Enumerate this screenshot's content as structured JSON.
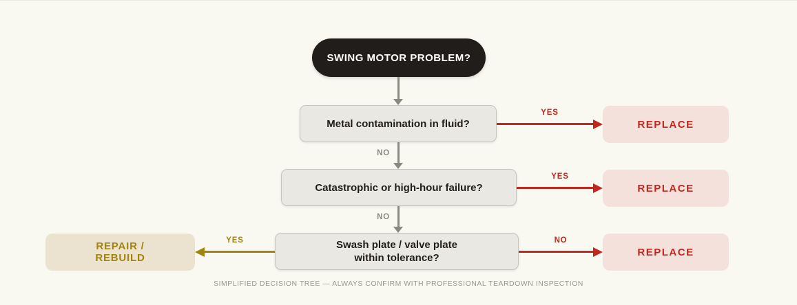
{
  "palette": {
    "background": "#f9f8f1",
    "start_fill": "#211d1a",
    "start_text": "#ffffff",
    "decision_fill": "#e9e8e2",
    "decision_border": "#c8c5be",
    "decision_text": "#211d1a",
    "replace_fill": "#f4e1dc",
    "replace_text": "#c1271d",
    "repair_fill": "#ebe3cf",
    "repair_text": "#a3830f",
    "connector_gray": "#8b8880",
    "connector_red": "#c1271d",
    "connector_gold": "#a3830f",
    "caption_text": "#9a978f"
  },
  "flowchart": {
    "start": {
      "label": "SWING MOTOR PROBLEM?"
    },
    "decisions": [
      {
        "question": "Metal contamination in fluid?"
      },
      {
        "question": "Catastrophic or high-hour failure?"
      },
      {
        "question_line1": "Swash plate / valve plate",
        "question_line2": "within tolerance?"
      }
    ],
    "outcomes": {
      "replace1": {
        "label": "REPLACE"
      },
      "replace2": {
        "label": "REPLACE"
      },
      "replace3": {
        "label": "REPLACE"
      },
      "repair": {
        "line1": "REPAIR /",
        "line2": "REBUILD"
      }
    },
    "edges": {
      "d1_yes": {
        "label": "YES"
      },
      "d1_no": {
        "label": "NO"
      },
      "d2_yes": {
        "label": "YES"
      },
      "d2_no": {
        "label": "NO"
      },
      "d3_no": {
        "label": "NO"
      },
      "d3_yes": {
        "label": "YES"
      }
    },
    "caption": "SIMPLIFIED DECISION TREE — ALWAYS CONFIRM WITH PROFESSIONAL TEARDOWN INSPECTION"
  }
}
